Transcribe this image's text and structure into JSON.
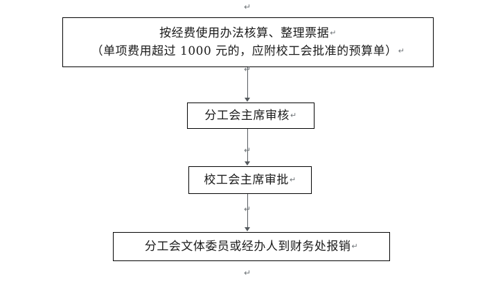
{
  "document": {
    "title": "经费报销流程图",
    "background_color": "#ffffff",
    "line_color": "#000000",
    "connector_color": "#555a5e",
    "paragraph_mark_color": "#6f7478"
  },
  "flowchart": {
    "type": "flowchart",
    "orientation": "vertical",
    "nodes": [
      {
        "id": "node-1",
        "shape": "rectangle",
        "lines": [
          "按经费使用办法核算、整理票据",
          "（单项费用超过 1000 元的，应附校工会批准的预算单）"
        ]
      },
      {
        "id": "node-2",
        "shape": "rectangle",
        "lines": [
          "分工会主席审核"
        ]
      },
      {
        "id": "node-3",
        "shape": "rectangle",
        "lines": [
          "校工会主席审批"
        ]
      },
      {
        "id": "node-4",
        "shape": "rectangle",
        "lines": [
          "分工会文体委员或经办人到财务处报销"
        ]
      }
    ],
    "edges": [
      {
        "id": "edge-1",
        "from": "node-1",
        "to": "node-2",
        "style": "arrow-down",
        "label": ""
      },
      {
        "id": "edge-2",
        "from": "node-2",
        "to": "node-3",
        "style": "arrow-down",
        "label": ""
      },
      {
        "id": "edge-3",
        "from": "node-3",
        "to": "node-4",
        "style": "arrow-down",
        "label": ""
      }
    ]
  },
  "paragraph_marks": {
    "glyph": "↵",
    "positions": [
      "above-node-1",
      "below-node-1",
      "between-node-2-node-3",
      "between-node-3-node-4",
      "below-node-4"
    ]
  }
}
